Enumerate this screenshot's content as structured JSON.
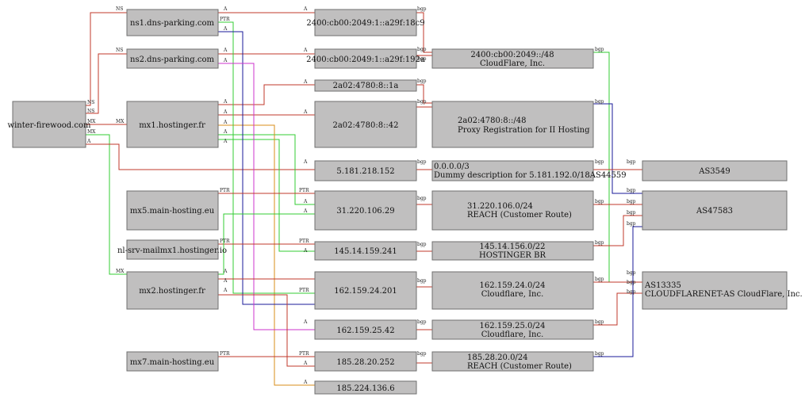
{
  "nodes": {
    "domain": "winter-firewood.com",
    "ns1": "ns1.dns-parking.com",
    "ns2": "ns2.dns-parking.com",
    "mx1": "mx1.hostinger.fr",
    "mx5": "mx5.main-hosting.eu",
    "nlsrv": "nl-srv-mailmx1.hostinger.io",
    "mx2": "mx2.hostinger.fr",
    "mx7": "mx7.main-hosting.eu",
    "ip_18c9": "2400:cb00:2049:1::a29f:18c9",
    "ip_192a": "2400:cb00:2049:1::a29f:192a",
    "ip_1a": "2a02:4780:8::1a",
    "ip_42": "2a02:4780:8::42",
    "ip_5181": "5.181.218.152",
    "ip_3122": "31.220.106.29",
    "ip_1451": "145.14.159.241",
    "ip_16201": "162.159.24.201",
    "ip_16242": "162.159.25.42",
    "ip_18528": "185.28.20.252",
    "ip_185224": "185.224.136.6",
    "pfx_cf48": [
      "2400:cb00:2049::/48",
      "CloudFlare, Inc."
    ],
    "pfx_2a02": [
      "2a02:4780:8::/48",
      "Proxy Registration for II Hosting"
    ],
    "pfx_dummy": [
      "0.0.0.0/3",
      "Dummy description for 5.181.192.0/18AS44559"
    ],
    "pfx_31": [
      "31.220.106.0/24",
      "REACH (Customer Route)"
    ],
    "pfx_145": [
      "145.14.156.0/22",
      "HOSTINGER BR"
    ],
    "pfx_16224": [
      "162.159.24.0/24",
      "Cloudflare, Inc."
    ],
    "pfx_16225": [
      "162.159.25.0/24",
      "Cloudflare, Inc."
    ],
    "pfx_185": [
      "185.28.20.0/24",
      "REACH (Customer Route)"
    ],
    "as3549": "AS3549",
    "as47583": "AS47583",
    "as13335": [
      "AS13335",
      "CLOUDFLARENET-AS CloudFlare, Inc."
    ]
  },
  "edge_labels": {
    "ns": "NS",
    "mx": "MX",
    "a": "A",
    "ptr": "PTR",
    "bgp": "bgp"
  },
  "colors": {
    "red": "#c0392b",
    "green": "#33cc33",
    "blue": "#1a1a99",
    "purple": "#cc33cc",
    "orange": "#d98c1a",
    "box": "#c0bfbf"
  }
}
